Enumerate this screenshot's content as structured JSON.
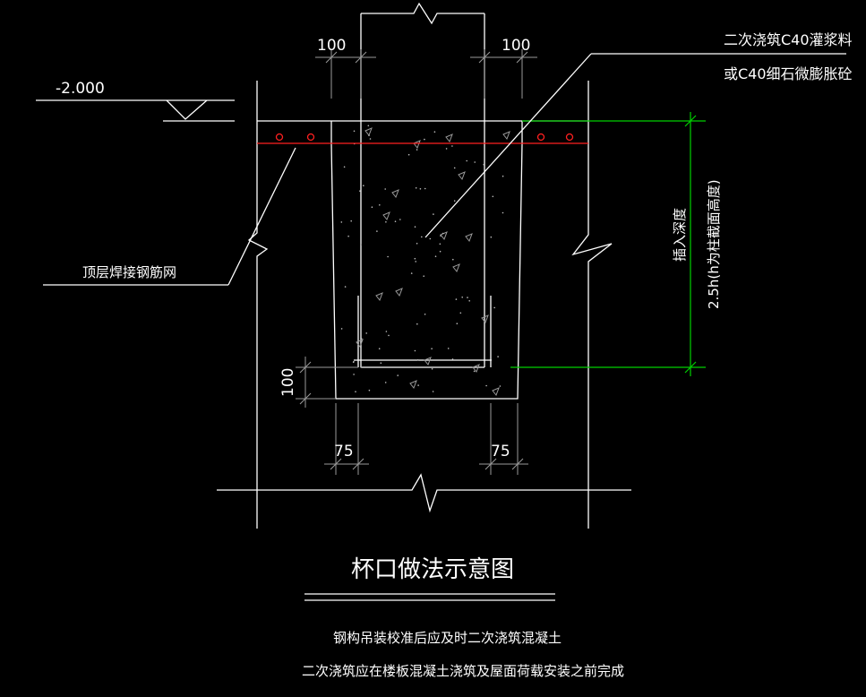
{
  "drawing": {
    "elevation": "-2.000",
    "dim_top_left": "100",
    "dim_top_right": "100",
    "dim_bottom_left": "75",
    "dim_bottom_right": "75",
    "dim_side": "100",
    "note_grout_line1": "二次浇筑C40灌浆料",
    "note_grout_line2": "或C40细石微膨胀砼",
    "note_mesh": "顶层焊接钢筋网",
    "depth_label_line1": "插入深度",
    "depth_label_line2": "2.5h(h为柱截面高度)",
    "title": "杯口做法示意图",
    "note_line1": "钢构吊装校准后应及时二次浇筑混凝土",
    "note_line2": "二次浇筑应在楼板混凝土浇筑及屋面荷载安装之前完成"
  },
  "colors": {
    "lines": "#ffffff",
    "dimension": "#00d000",
    "rebar": "#ff2020",
    "background": "#000000"
  }
}
